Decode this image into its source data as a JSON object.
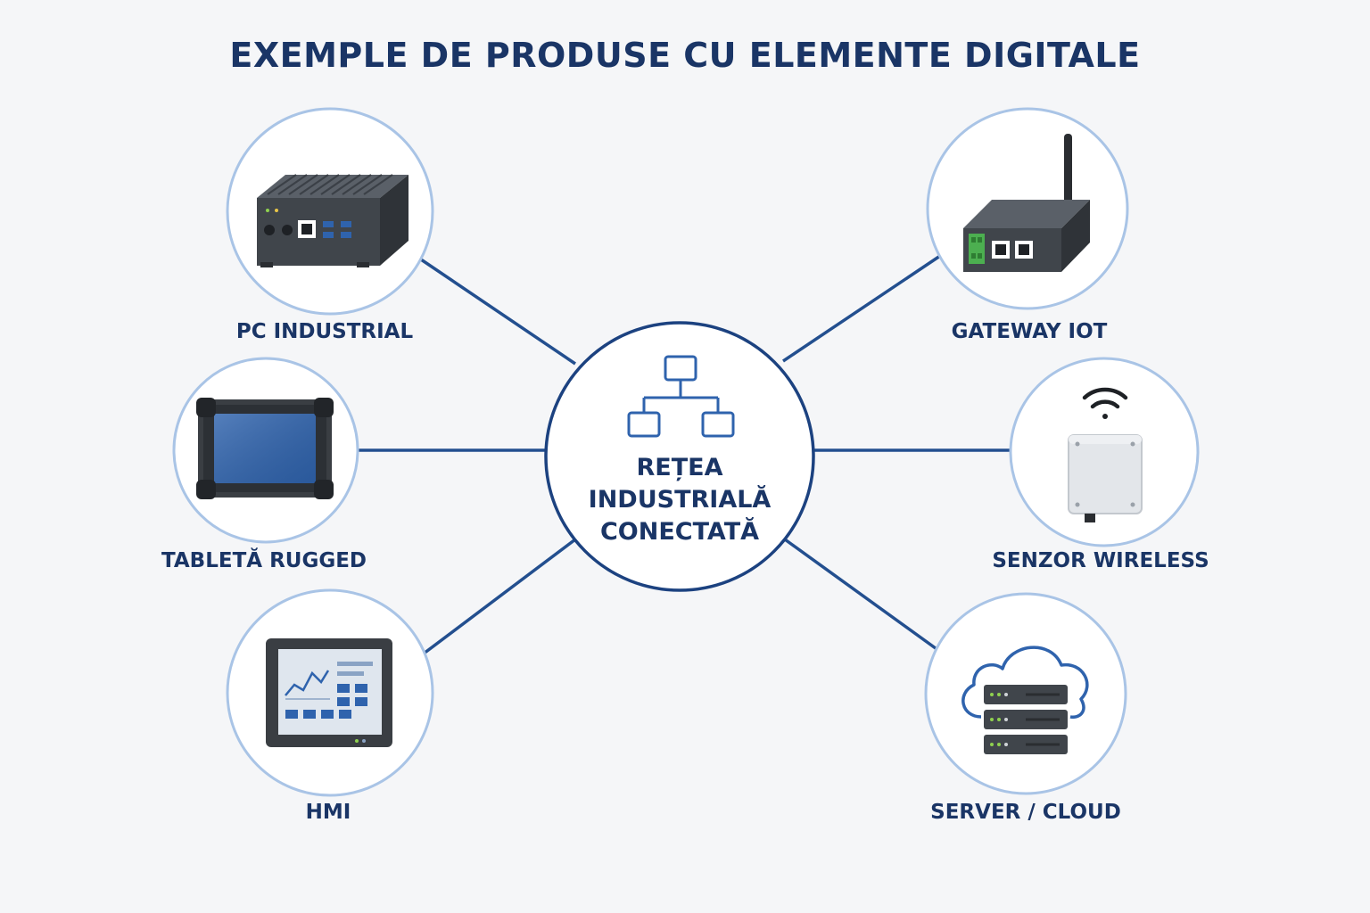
{
  "title": "EXEMPLE DE PRODUSE CU ELEMENTE DIGITALE",
  "hub": {
    "label_lines": [
      "REȚEA",
      "INDUSTRIALĂ",
      "CONECTATĂ"
    ],
    "icon": "network-hierarchy-icon"
  },
  "devices": [
    {
      "label": "PC INDUSTRIAL",
      "icon": "industrial-pc-icon"
    },
    {
      "label": "TABLETĂ RUGGED",
      "icon": "rugged-tablet-icon"
    },
    {
      "label": "HMI",
      "icon": "hmi-panel-icon"
    },
    {
      "label": "GATEWAY IOT",
      "icon": "iot-gateway-icon"
    },
    {
      "label": "SENZOR WIRELESS",
      "icon": "wireless-sensor-icon"
    },
    {
      "label": "SERVER / CLOUD",
      "icon": "server-cloud-icon"
    }
  ],
  "colors": {
    "title": "#1a3566",
    "connector": "#234f8f",
    "ring": "#a9c4e6",
    "accent": "#2f63ad"
  }
}
